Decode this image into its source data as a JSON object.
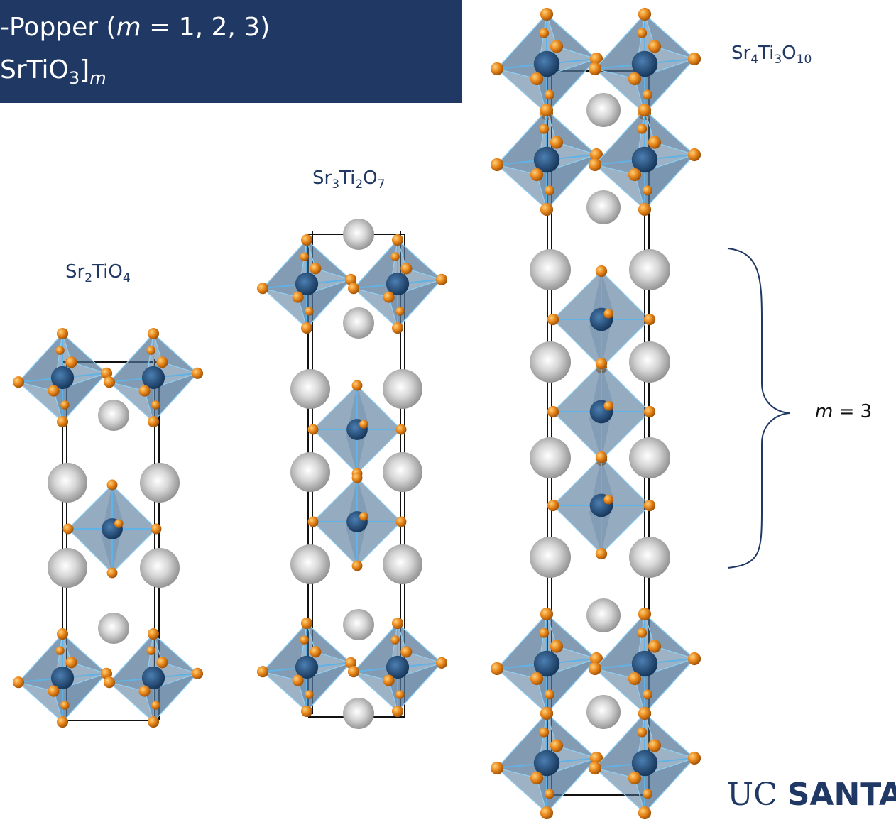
{
  "header": {
    "line1_prefix": "-Popper (",
    "line1_var": "m",
    "line1_suffix": " = 1, 2, 3)",
    "line2_prefix": "SrTiO",
    "line2_sub": "3",
    "line2_bracket": "]",
    "line2_var": "m"
  },
  "structures": [
    {
      "id": "sr2tio4",
      "parts": [
        {
          "t": "Sr"
        },
        {
          "s": "2"
        },
        {
          "t": "TiO"
        },
        {
          "s": "4"
        }
      ]
    },
    {
      "id": "sr3ti2o7",
      "parts": [
        {
          "t": "Sr"
        },
        {
          "s": "3"
        },
        {
          "t": "Ti"
        },
        {
          "s": "2"
        },
        {
          "t": "O"
        },
        {
          "s": "7"
        }
      ]
    },
    {
      "id": "sr4ti3o10",
      "parts": [
        {
          "t": "Sr"
        },
        {
          "s": "4"
        },
        {
          "t": "Ti"
        },
        {
          "s": "3"
        },
        {
          "t": "O"
        },
        {
          "s": "10"
        }
      ]
    }
  ],
  "brace_label": {
    "var": "m",
    "rest": " = 3"
  },
  "logo": {
    "regular": "UC ",
    "bold": "SANTA B"
  },
  "colors": {
    "title_bg": "#1f3864",
    "octahedron": "#4f7396",
    "oxygen": "#e8871c",
    "titanium": "#1e4a78",
    "strontium": "#bdbdbd"
  }
}
